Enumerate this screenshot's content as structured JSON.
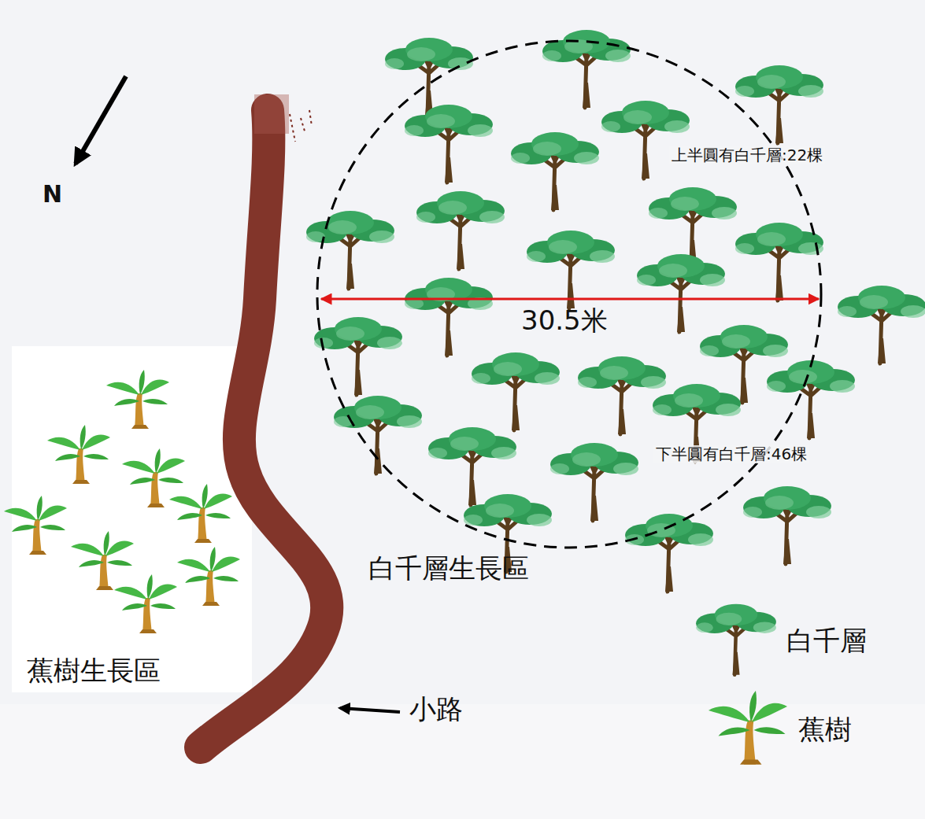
{
  "diagram": {
    "labels": [
      "N",
      "上半圓有白千層:22棵",
      "30.5米",
      "下半圓有白千層:46棵",
      "白千層生長區",
      "蕉樹生長區",
      "小路"
    ],
    "legend": [
      {
        "text": "白千層"
      },
      {
        "text": "蕉樹"
      }
    ]
  }
}
